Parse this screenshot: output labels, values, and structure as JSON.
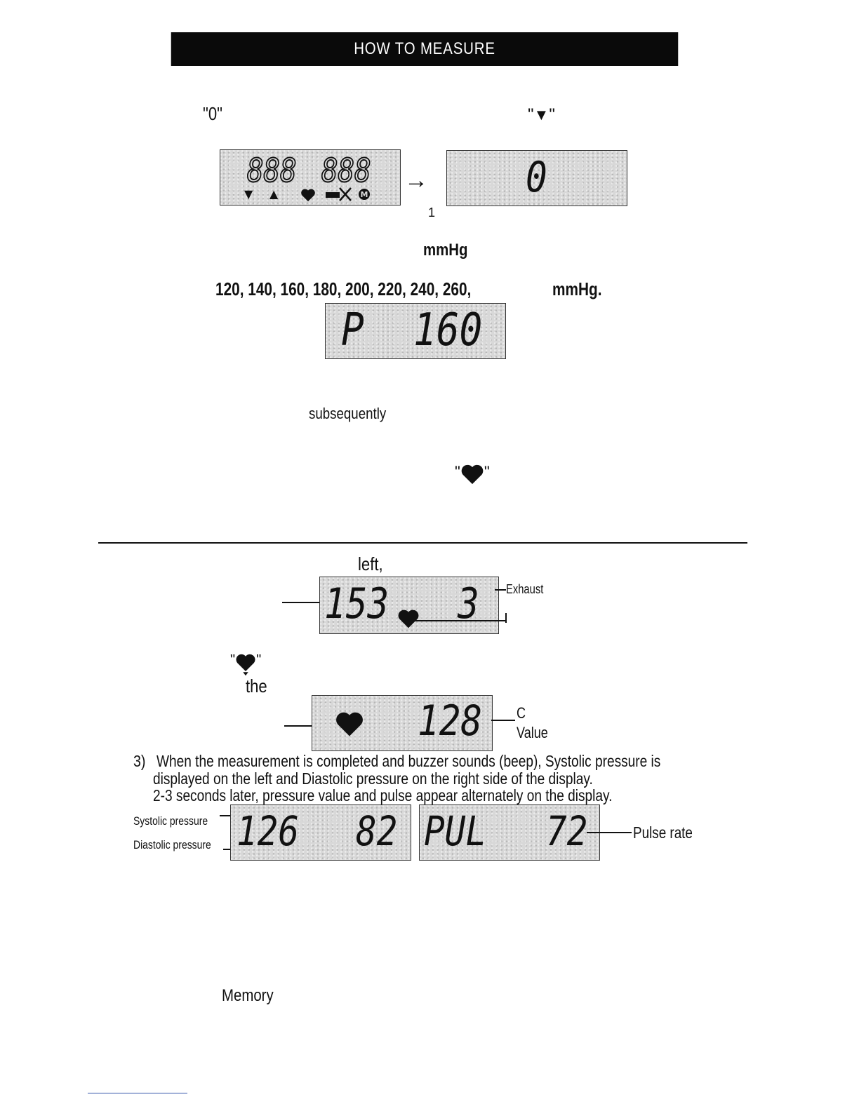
{
  "header": {
    "title": "HOW TO MEASURE"
  },
  "section1": {
    "zero_quote": "\"0\"",
    "down_quote_left": "\"",
    "down_quote_right": "\"",
    "down_symbol": "▼",
    "lcd_all": {
      "left_digits": "888",
      "right_digits": "888"
    },
    "arrow": "→",
    "lcd_zero": {
      "value": "0"
    },
    "footnote": "1"
  },
  "section2": {
    "unit_top": "mmHg",
    "pressures_list": "120, 140, 160, 180, 200, 220, 240, 260,",
    "unit_bottom": "mmHg.",
    "lcd_preset": {
      "letter": "P",
      "value": "160"
    }
  },
  "section3": {
    "word": "subsequently",
    "heart_quote_left": "\"",
    "heart_quote_right": "\""
  },
  "section4": {
    "left_word": "left,",
    "lcd_exhaust": {
      "left_value": "153",
      "right_value": "3"
    },
    "exhaust_label": "Exhaust",
    "heart_quote_left": "\"",
    "heart_quote_right": "\"",
    "the_word": "the",
    "lcd_pulse": {
      "value": "128"
    },
    "c_label": "C",
    "value_label": "Value"
  },
  "section5": {
    "step_number": "3)",
    "line1": "When the measurement is completed and buzzer sounds (beep), Systolic pressure is",
    "line2": "displayed on the left and Diastolic pressure on the right side of the display.",
    "line3": "2-3 seconds later, pressure value and pulse appear alternately on the display.",
    "systolic_label": "Systolic pressure",
    "diastolic_label": "Diastolic pressure",
    "lcd_result": {
      "systolic": "126",
      "diastolic": "82"
    },
    "lcd_pulse_rate": {
      "letters": "PUL",
      "value": "72"
    },
    "pulse_rate_label": "Pulse rate"
  },
  "section6": {
    "memory_word": "Memory"
  }
}
